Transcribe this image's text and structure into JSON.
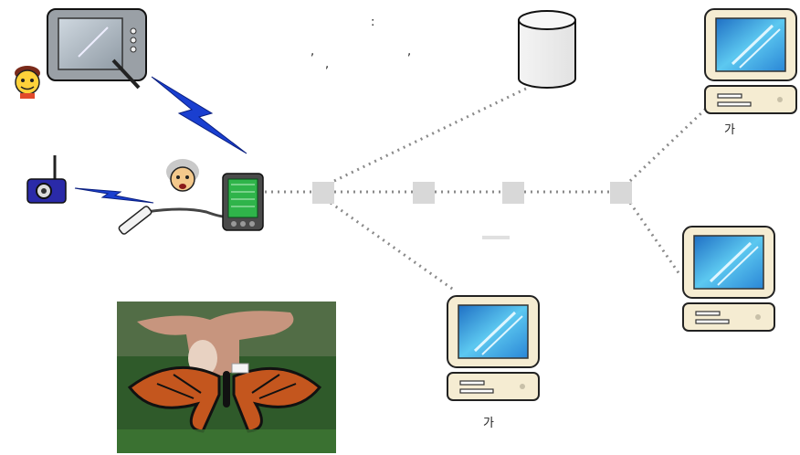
{
  "diagram": {
    "punctuation": {
      "colon": ":",
      "comma_1": ",",
      "comma_2": ",",
      "comma_3": ","
    },
    "labels": {
      "computer_top_right": "가",
      "computer_bottom_center": "가"
    },
    "icons": [
      "tablet-pc-icon",
      "person-face-icon",
      "lightning-wireless-icon",
      "camera-icon",
      "probe-sensor-icon",
      "pda-icon",
      "database-cylinder-icon",
      "computer-icon",
      "network-node-icon",
      "butterfly-photo"
    ],
    "colors": {
      "node": "#d8d8d8",
      "dotted_link": "#8a8a8a",
      "lightning": "#1a3fd0",
      "monitor_frame": "#f5ecd2",
      "screen": "#3aa0e0"
    }
  }
}
